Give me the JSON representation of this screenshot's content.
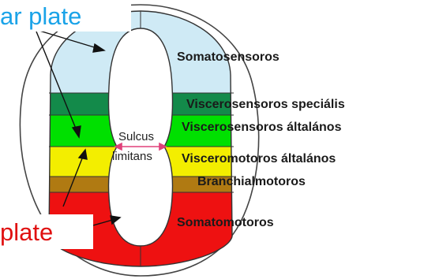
{
  "diagram": {
    "regions": [
      {
        "name": "Somatosensoros",
        "color": "#cfeaf5"
      },
      {
        "name": "Viscerosensoros speciális",
        "color": "#138a4a"
      },
      {
        "name": "Viscerosensoros általános",
        "color": "#00e000"
      },
      {
        "name": "Visceromotoros általános",
        "color": "#f3ee00"
      },
      {
        "name": "Branchialmotoros",
        "color": "#b07a12"
      },
      {
        "name": "Somatomotoros",
        "color": "#ee1111"
      }
    ],
    "sulcus_line1": "Sulcus",
    "sulcus_line2": "limitans",
    "alar_plate_label": "ar plate",
    "basal_plate_label": "plate",
    "alar_color": "#1aa3e8",
    "basal_color": "#e01010"
  }
}
